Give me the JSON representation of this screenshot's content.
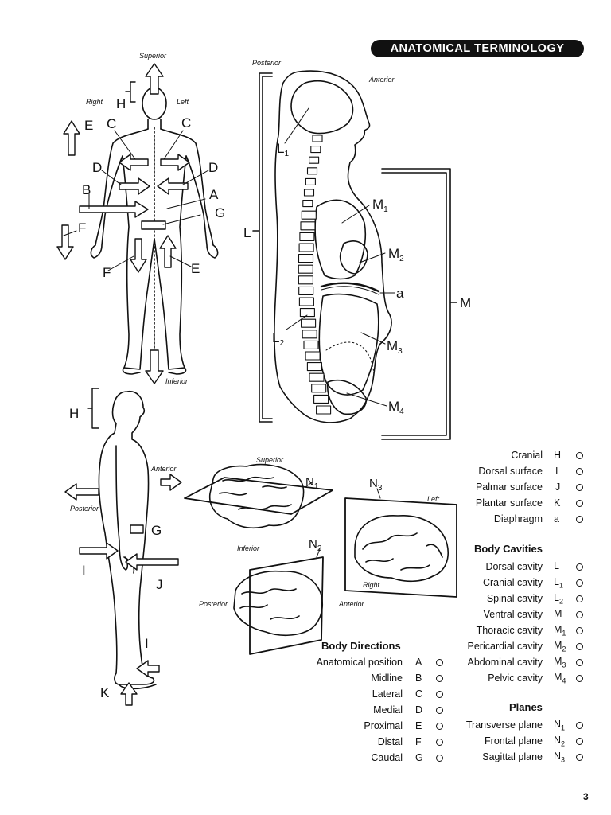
{
  "title": "ANATOMICAL TERMINOLOGY",
  "page_number": "3",
  "figure_front": {
    "superior": "Superior",
    "inferior": "Inferior",
    "right": "Right",
    "left": "Left",
    "letters": [
      "H",
      "E",
      "C",
      "C",
      "D",
      "D",
      "B",
      "A",
      "G",
      "F",
      "F",
      "E"
    ]
  },
  "figure_sagittal": {
    "posterior": "Posterior",
    "anterior": "Anterior",
    "L": "L",
    "L1": "L",
    "L1_sub": "1",
    "L2": "L",
    "L2_sub": "2",
    "M": "M",
    "M1": "M",
    "M1_sub": "1",
    "M2": "M",
    "M2_sub": "2",
    "M3": "M",
    "M3_sub": "3",
    "M4": "M",
    "M4_sub": "4",
    "a": "a"
  },
  "figure_side": {
    "anterior": "Anterior",
    "posterior": "Posterior",
    "letters": [
      "H",
      "G",
      "I",
      "J",
      "I",
      "K"
    ]
  },
  "figure_planes": {
    "superior": "Superior",
    "inferior": "Inferior",
    "left": "Left",
    "right": "Right",
    "posterior": "Posterior",
    "anterior": "Anterior",
    "N1": "N",
    "N1_sub": "1",
    "N2": "N",
    "N2_sub": "2",
    "N3": "N",
    "N3_sub": "3"
  },
  "key_top": [
    {
      "term": "Cranial",
      "code": "H",
      "sub": ""
    },
    {
      "term": "Dorsal surface",
      "code": "I",
      "sub": ""
    },
    {
      "term": "Palmar surface",
      "code": "J",
      "sub": ""
    },
    {
      "term": "Plantar surface",
      "code": "K",
      "sub": ""
    },
    {
      "term": "Diaphragm",
      "code": "a",
      "sub": ""
    }
  ],
  "body_cavities": {
    "heading": "Body Cavities",
    "items": [
      {
        "term": "Dorsal cavity",
        "code": "L",
        "sub": ""
      },
      {
        "term": "Cranial cavity",
        "code": "L",
        "sub": "1"
      },
      {
        "term": "Spinal cavity",
        "code": "L",
        "sub": "2"
      },
      {
        "term": "Ventral cavity",
        "code": "M",
        "sub": ""
      },
      {
        "term": "Thoracic cavity",
        "code": "M",
        "sub": "1"
      },
      {
        "term": "Pericardial cavity",
        "code": "M",
        "sub": "2"
      },
      {
        "term": "Abdominal cavity",
        "code": "M",
        "sub": "3"
      },
      {
        "term": "Pelvic cavity",
        "code": "M",
        "sub": "4"
      }
    ]
  },
  "body_directions": {
    "heading": "Body Directions",
    "items": [
      {
        "term": "Anatomical position",
        "code": "A"
      },
      {
        "term": "Midline",
        "code": "B"
      },
      {
        "term": "Lateral",
        "code": "C"
      },
      {
        "term": "Medial",
        "code": "D"
      },
      {
        "term": "Proximal",
        "code": "E"
      },
      {
        "term": "Distal",
        "code": "F"
      },
      {
        "term": "Caudal",
        "code": "G"
      }
    ]
  },
  "planes": {
    "heading": "Planes",
    "items": [
      {
        "term": "Transverse plane",
        "code": "N",
        "sub": "1"
      },
      {
        "term": "Frontal plane",
        "code": "N",
        "sub": "2"
      },
      {
        "term": "Sagittal plane",
        "code": "N",
        "sub": "3"
      }
    ]
  }
}
